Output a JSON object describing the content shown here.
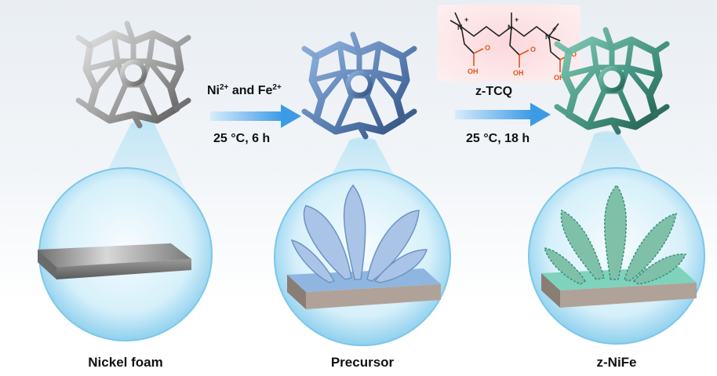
{
  "stages": [
    {
      "id": "nickel-foam",
      "label": "Nickel foam",
      "color": "#8f8f8f"
    },
    {
      "id": "precursor",
      "label": "Precursor",
      "color": "#5f86b8"
    },
    {
      "id": "z-nife",
      "label": "z-NiFe",
      "color": "#3f8f7c"
    }
  ],
  "steps": [
    {
      "id": "step-1",
      "reagent_main": "Ni",
      "reagent_charge1": "2+",
      "reagent_and": " and Fe",
      "reagent_charge2": "2+",
      "condition": "25 °C, 6 h"
    },
    {
      "id": "step-2",
      "reagent": "z-TCQ",
      "condition": "25 °C, 18 h"
    }
  ],
  "molecule": {
    "name": "z-TCQ",
    "atoms": {
      "n": "N",
      "plus": "+",
      "o": "O",
      "oh": "OH"
    },
    "accent_color": "#e2541a"
  },
  "colors": {
    "arrow": "#4aa3e8",
    "bubble": "#bfe6f6",
    "substrate": "#9b9b9b"
  }
}
